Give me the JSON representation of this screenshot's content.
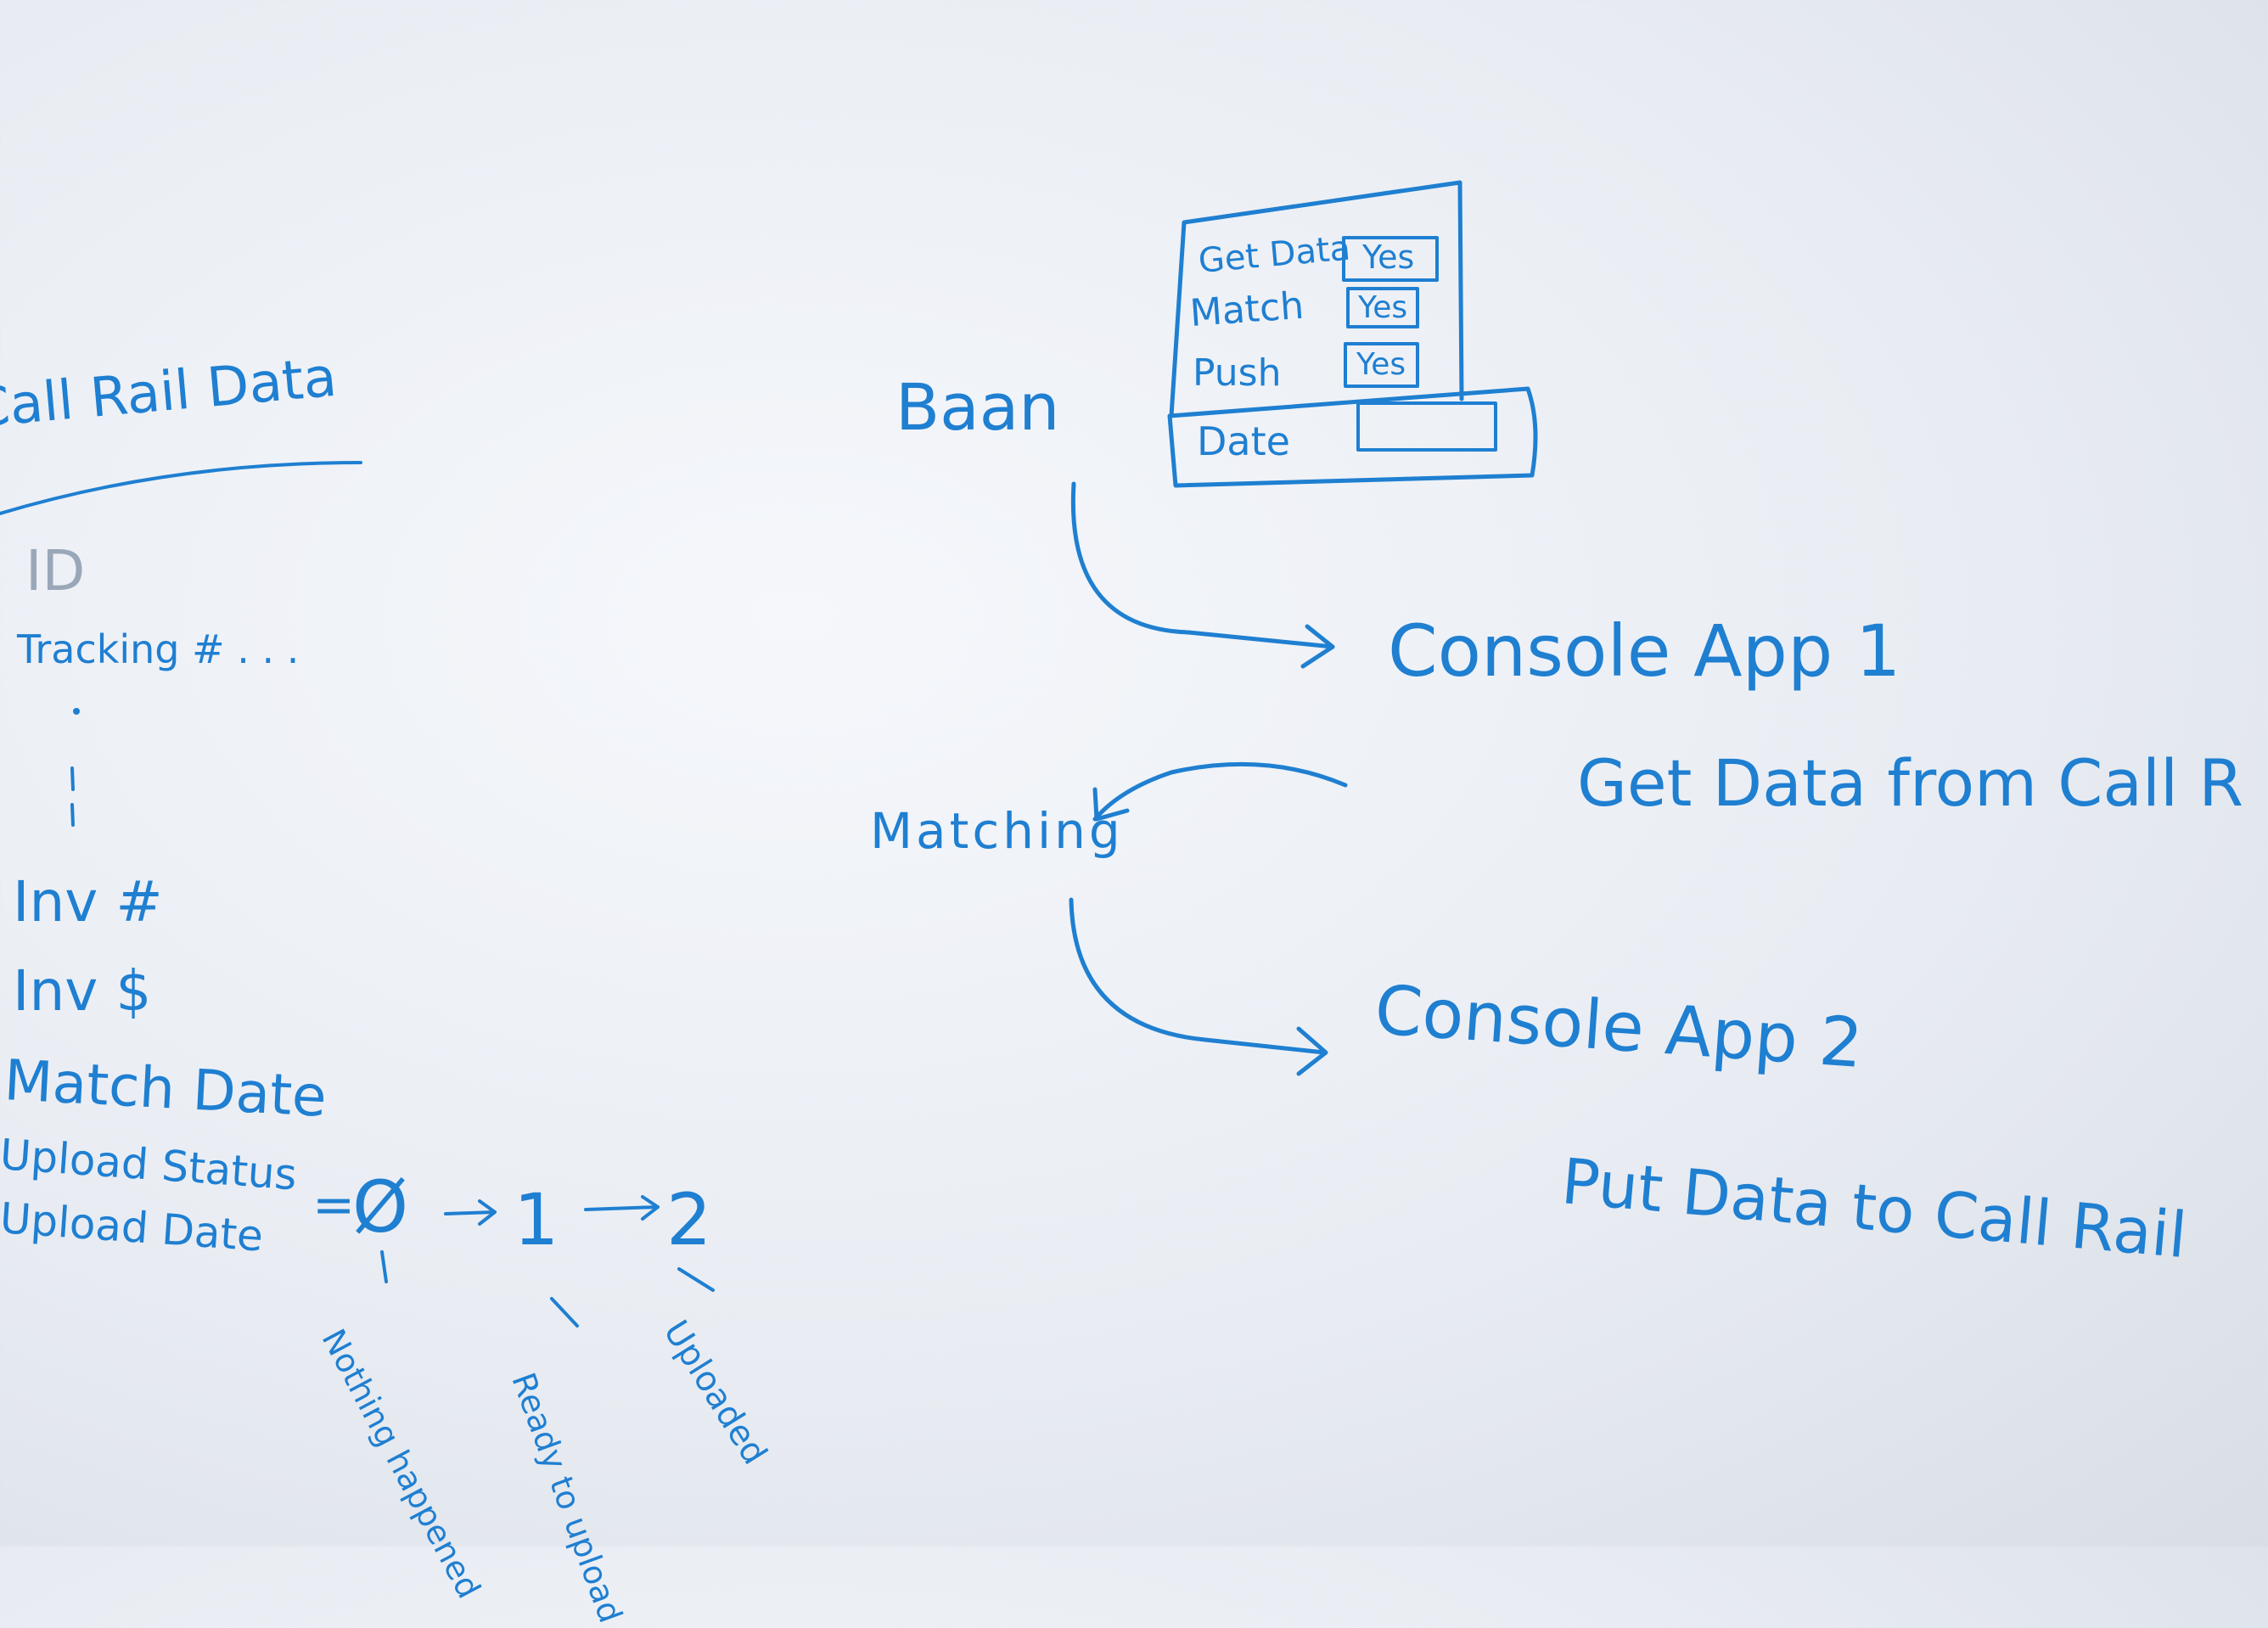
{
  "left_list": {
    "heading": "Call Rail Data",
    "fields": {
      "id": "ID",
      "tracking": "Tracking # . . .",
      "inv_num": "Inv #",
      "inv_amount": "Inv $",
      "match_date": "Match Date",
      "upload_status": "Upload Status",
      "upload_date": "Upload Date"
    }
  },
  "status_codes": {
    "assign": "=",
    "zero": "Ø",
    "one": "1",
    "two": "2",
    "zero_note": "Nothing happened",
    "one_note": "Ready to upload",
    "two_note": "Uploaded"
  },
  "flow": {
    "source": "Baan",
    "step1_title": "Console App 1",
    "step1_desc": "Get Data from Call R",
    "matching": "Matching",
    "step2_title": "Console App 2",
    "step2_desc": "Put Data to Call Rail"
  },
  "settings_box": {
    "rows": [
      {
        "label": "Get Data",
        "value": "Yes"
      },
      {
        "label": "Match",
        "value": "Yes"
      },
      {
        "label": "Push",
        "value": "Yes"
      }
    ],
    "date_label": "Date"
  },
  "colors": {
    "ink": "#1f7fd1",
    "board": "#eef1f5"
  }
}
